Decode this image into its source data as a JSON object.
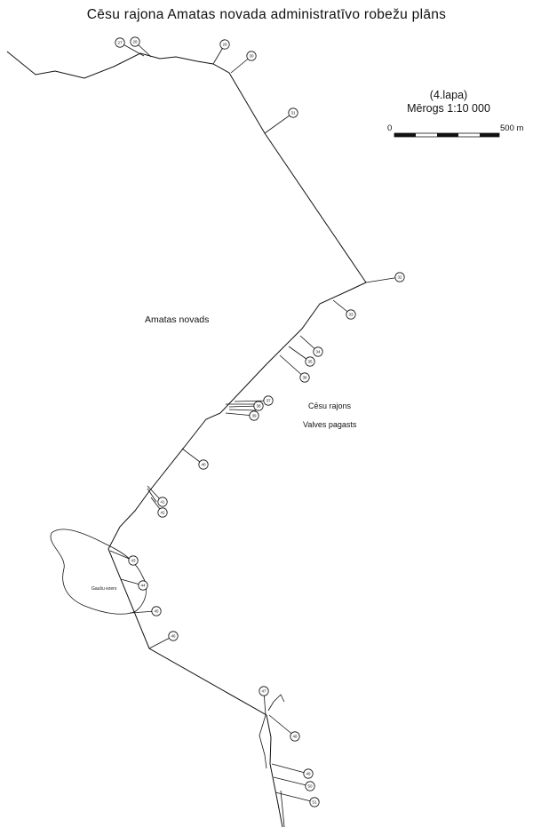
{
  "title": "Cēsu rajona  Amatas  novada administratīvo robežu plāns",
  "sheet": "(4.lapa)",
  "scale": {
    "ratio": "Mērogs 1:10 000",
    "left_label": "0",
    "right_label": "500 m"
  },
  "labels": {
    "amatas": "Amatas novads",
    "cesu": "Cēsu rajons",
    "valves": "Valves pagasts",
    "lake": "Gaušu ezers"
  },
  "markers": [
    {
      "num": "27"
    },
    {
      "num": "28"
    },
    {
      "num": "29"
    },
    {
      "num": "30"
    },
    {
      "num": "31"
    },
    {
      "num": "32"
    },
    {
      "num": "33"
    },
    {
      "num": "34"
    },
    {
      "num": "35"
    },
    {
      "num": "36"
    },
    {
      "num": "37"
    },
    {
      "num": "38"
    },
    {
      "num": "39"
    },
    {
      "num": "40"
    },
    {
      "num": "41"
    },
    {
      "num": "42"
    },
    {
      "num": "43"
    },
    {
      "num": "44"
    },
    {
      "num": "45"
    },
    {
      "num": "46"
    },
    {
      "num": "47"
    },
    {
      "num": "48"
    },
    {
      "num": "49"
    },
    {
      "num": "50"
    },
    {
      "num": "51"
    }
  ]
}
